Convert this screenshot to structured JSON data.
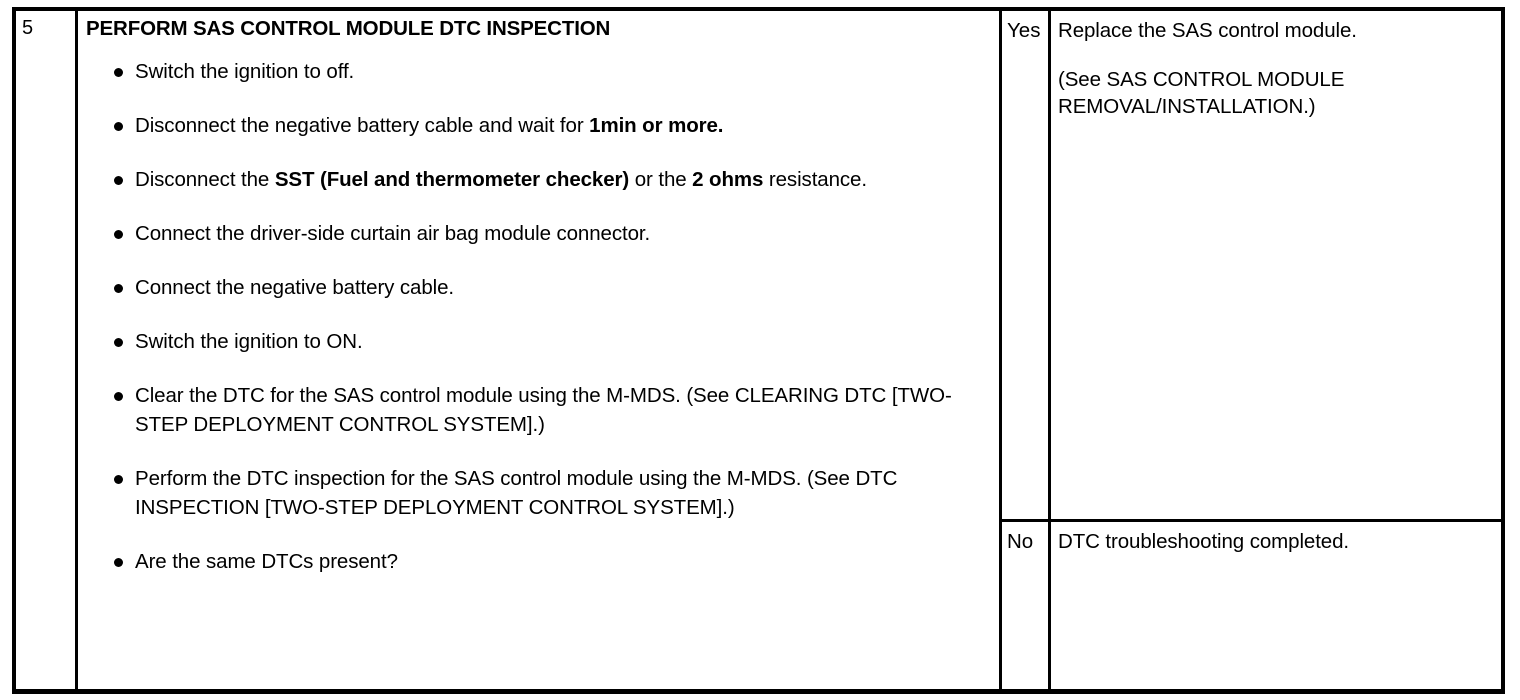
{
  "table": {
    "step": {
      "number": "5",
      "title": "PERFORM SAS CONTROL MODULE DTC INSPECTION",
      "bullets": [
        {
          "id": "ignition-off",
          "parts": [
            {
              "text": "Switch the ignition to off.",
              "bold": false
            }
          ]
        },
        {
          "id": "disconnect-negative-battery",
          "parts": [
            {
              "text": "Disconnect the negative battery cable and wait for ",
              "bold": false
            },
            {
              "text": "1min or more.",
              "bold": true
            }
          ]
        },
        {
          "id": "disconnect-sst",
          "parts": [
            {
              "text": "Disconnect the ",
              "bold": false
            },
            {
              "text": "SST (Fuel and thermometer checker)",
              "bold": true
            },
            {
              "text": " or the ",
              "bold": false
            },
            {
              "text": "2 ohms",
              "bold": true
            },
            {
              "text": " resistance.",
              "bold": false
            }
          ]
        },
        {
          "id": "connect-curtain-air-bag",
          "parts": [
            {
              "text": "Connect the driver-side curtain air bag module connector.",
              "bold": false
            }
          ]
        },
        {
          "id": "connect-negative-battery",
          "parts": [
            {
              "text": "Connect the negative battery cable.",
              "bold": false
            }
          ]
        },
        {
          "id": "ignition-on",
          "parts": [
            {
              "text": "Switch the ignition to ON.",
              "bold": false
            }
          ]
        },
        {
          "id": "clear-dtc",
          "parts": [
            {
              "text": "Clear the DTC for the SAS control module using the M-MDS. (See CLEARING DTC [TWO-STEP DEPLOYMENT CONTROL SYSTEM].)",
              "bold": false
            }
          ]
        },
        {
          "id": "perform-dtc-inspection",
          "parts": [
            {
              "text": "Perform the DTC inspection for the SAS control module using the M-MDS. (See DTC INSPECTION [TWO-STEP DEPLOYMENT CONTROL SYSTEM].)",
              "bold": false
            }
          ]
        },
        {
          "id": "question-same-dtcs",
          "parts": [
            {
              "text": "Are the same DTCs present?",
              "bold": false
            }
          ]
        }
      ]
    },
    "results": [
      {
        "id": "yes",
        "key": "Yes",
        "paragraphs": [
          "Replace the SAS control module.",
          "(See SAS CONTROL MODULE REMOVAL/INSTALLATION.)"
        ]
      },
      {
        "id": "no",
        "key": "No",
        "paragraphs": [
          "DTC troubleshooting completed."
        ]
      }
    ]
  },
  "colors": {
    "ink": "#000000",
    "page": "#ffffff"
  }
}
